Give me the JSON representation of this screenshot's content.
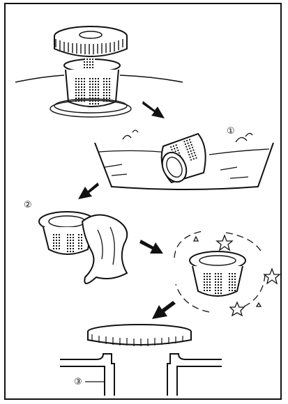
{
  "figure": {
    "steps": [
      {
        "label": "①"
      },
      {
        "label": "②"
      },
      {
        "label": "③"
      }
    ],
    "colors": {
      "ink": "#111111",
      "paper": "#ffffff"
    },
    "icons": [
      "arrow-icon",
      "filter-cap-icon",
      "mesh-filter-icon",
      "water-basin-icon",
      "cloth-icon",
      "sparkle-star-icon",
      "drain-pipe-icon"
    ]
  }
}
